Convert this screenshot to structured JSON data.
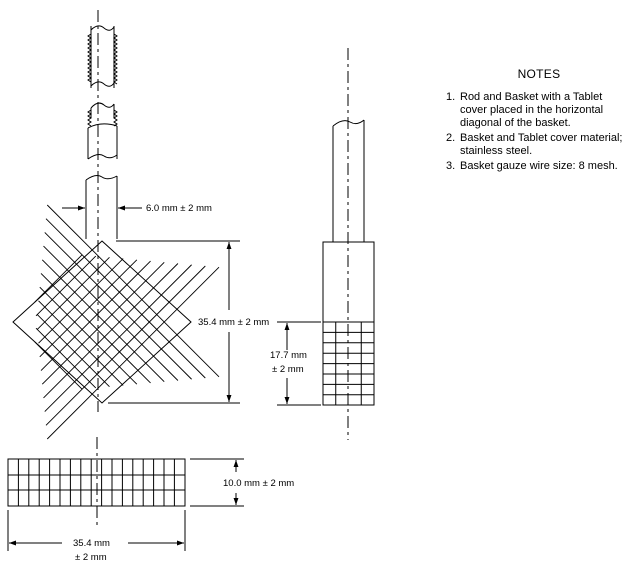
{
  "notes": {
    "title": "NOTES",
    "items": [
      {
        "num": "1.",
        "text": "Rod and Basket with a Tablet cover placed in the horizontal diagonal of the basket."
      },
      {
        "num": "2.",
        "text": "Basket and Tablet cover material; stainless steel."
      },
      {
        "num": "3.",
        "text": "Basket gauze wire size: 8 mesh."
      }
    ]
  },
  "dimensions": {
    "rod_diameter": "6.0 mm ± 2 mm",
    "basket_diagonal": "35.4 mm ± 2 mm",
    "side_height_line1": "17.7 mm",
    "side_height_line2": "± 2 mm",
    "bottom_height": "10.0 mm  ± 2 mm",
    "bottom_width_line1": "35.4 mm",
    "bottom_width_line2": "± 2 mm"
  }
}
